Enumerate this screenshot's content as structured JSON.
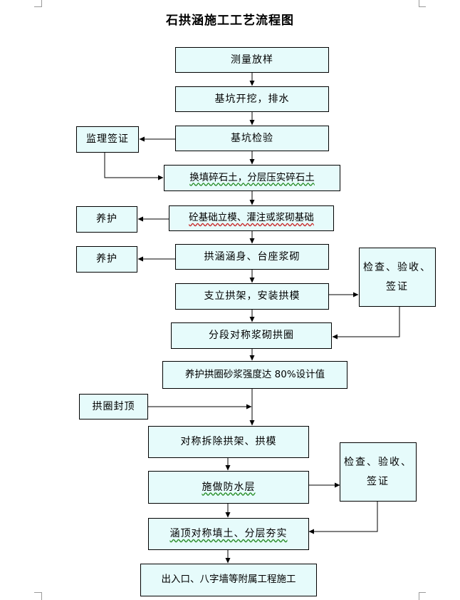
{
  "title": "石拱涵施工工艺流程图",
  "steps": {
    "survey": "测量放样",
    "excavate": "基坑开挖，排水",
    "inspect_pit": "基坑检验",
    "backfill": "换填碎石土，分层压实碎石土",
    "foundation": "砼基础立模、灌注或浆砌基础",
    "culvert_body": "拱涵涵身、台座浆砌",
    "arch_frame": "支立拱架，安装拱模",
    "arch_ring": "分段对称浆砌拱圈",
    "cure_ring": "养护拱圈砂浆强度达 80%设计值",
    "remove_frame": "对称拆除拱架、拱模",
    "waterproof": "施做防水层",
    "backfill_top": "涵顶对称填土、分层夯实",
    "ancillary": "出入口、八字墙等附属工程施工"
  },
  "side": {
    "supervisor_sign": "监理签证",
    "curing_1": "养护",
    "curing_2": "养护",
    "check_1": [
      "检查、验收、",
      "签证"
    ],
    "arch_cap": "拱圈封顶",
    "check_2": [
      "检查、验收、",
      "签证"
    ]
  }
}
